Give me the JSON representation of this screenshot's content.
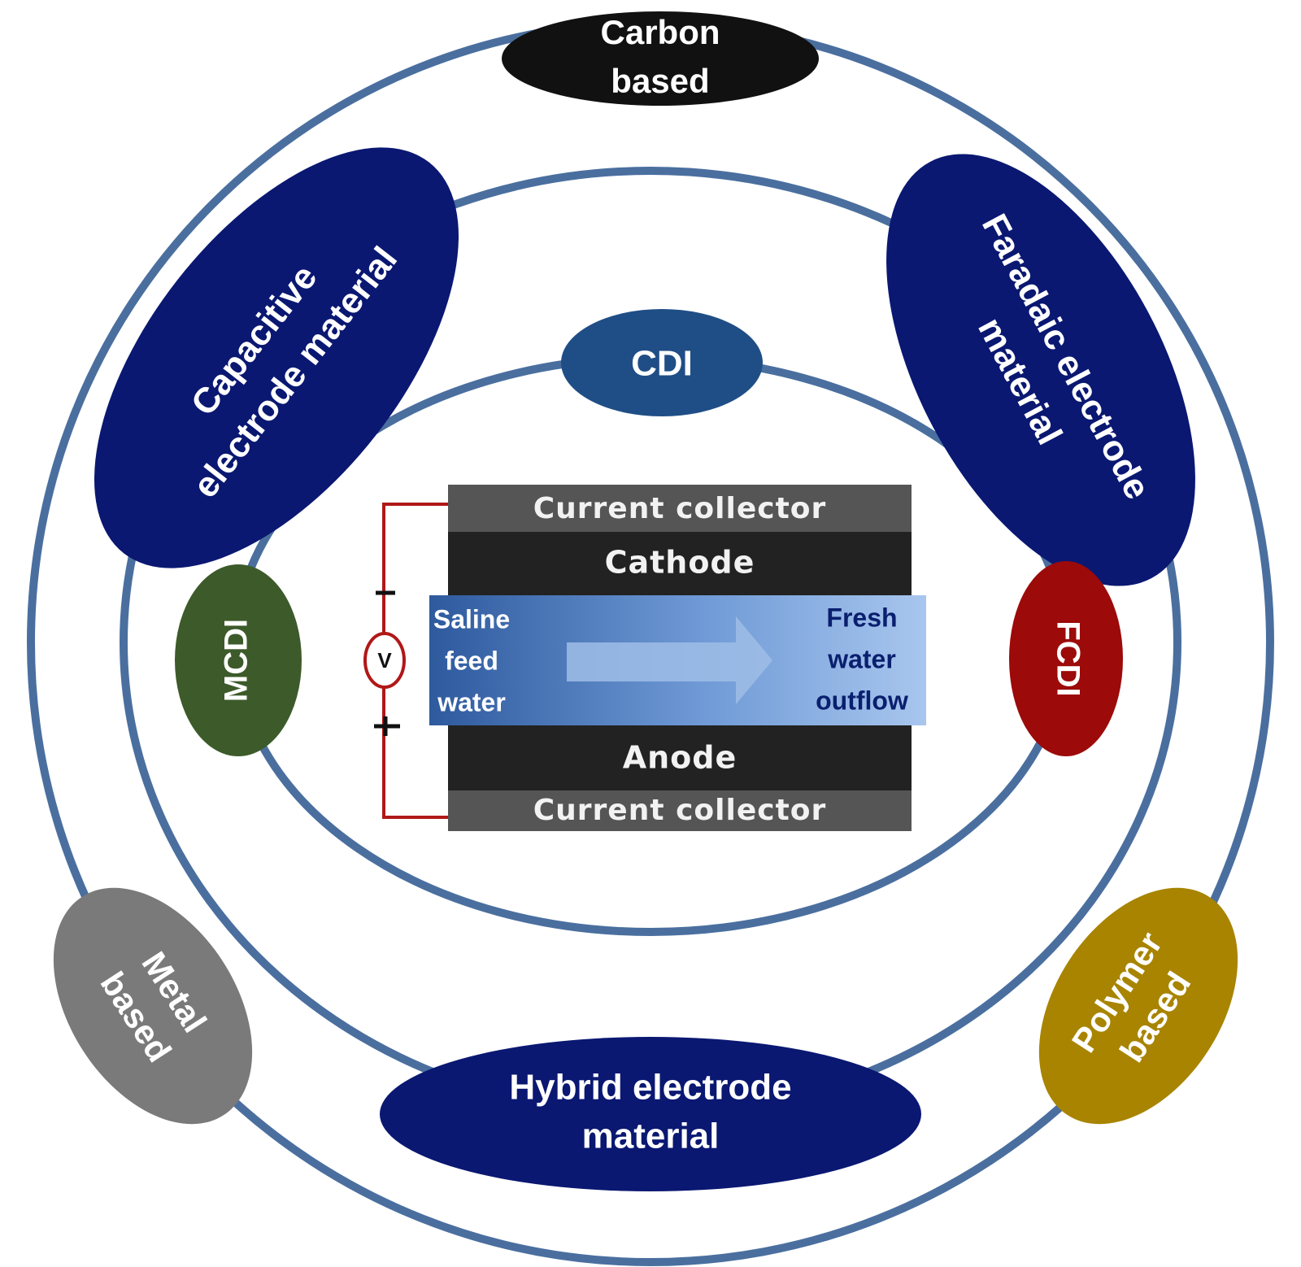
{
  "labels": {
    "carbon": [
      "Carbon",
      "based"
    ],
    "capacitive": [
      "Capacitive",
      "electrode material"
    ],
    "faradaic": [
      "Faradaic electrode",
      "material"
    ],
    "cdi": "CDI",
    "mcdi": "MCDI",
    "fcdi": "FCDI",
    "metal": [
      "Metal",
      "based"
    ],
    "polymer": [
      "Polymer",
      "based"
    ],
    "hybrid": [
      "Hybrid electrode",
      "material"
    ]
  },
  "cell": {
    "top_collector": "Current collector",
    "cathode": "Cathode",
    "anode": "Anode",
    "bottom_collector": "Current collector",
    "inflow": [
      "Saline",
      "feed",
      "water"
    ],
    "outflow": [
      "Fresh",
      "water",
      "outflow"
    ],
    "voltmeter": "V"
  },
  "colors": {
    "ring": "#4a6f9f",
    "navy": "#0a1872",
    "cdi": "#1f4e86",
    "mcdi": "#3d5a2a",
    "fcdi": "#9c0a0a",
    "metal": "#7a7a7a",
    "polymer": "#a88400",
    "carbon": "#111111",
    "collector": "#555555",
    "electrode": "#222222",
    "wire": "#b01818"
  }
}
